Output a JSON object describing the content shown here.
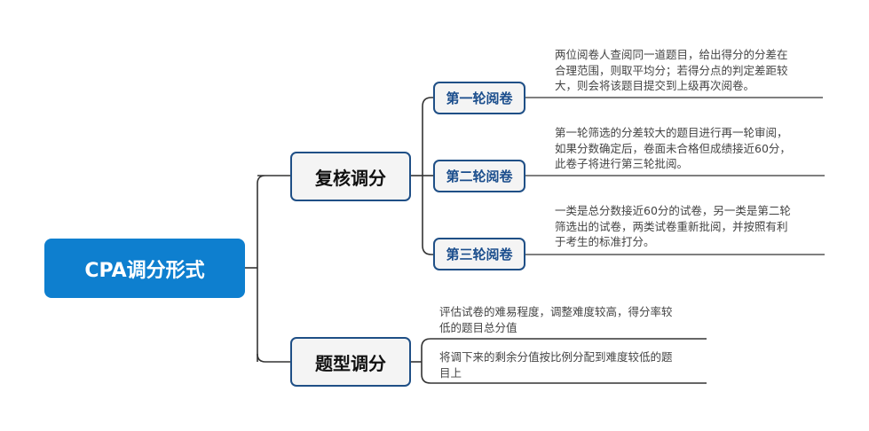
{
  "root": {
    "label": "CPA调分形式"
  },
  "branches": [
    {
      "label": "复核调分",
      "children": [
        {
          "label": "第一轮阅卷",
          "note": "两位阅卷人查阅同一道题目，给出得分的分差在\n合理范围，则取平均分；若得分点的判定差距较\n大，则会将该题目提交到上级再次阅卷。"
        },
        {
          "label": "第二轮阅卷",
          "note": "第一轮筛选的分差较大的题目进行再一轮审阅，\n如果分数确定后，卷面未合格但成绩接近60分，\n此卷子将进行第三轮批阅。"
        },
        {
          "label": "第三轮阅卷",
          "note": "一类是总分数接近60分的试卷，另一类是第二轮\n筛选出的试卷，两类试卷重新批阅，并按照有利\n于考生的标准打分。"
        }
      ]
    },
    {
      "label": "题型调分",
      "notes": [
        "评估试卷的难易程度，调整难度较高，得分率较\n低的题目总分值",
        "将调下来的剩余分值按比例分配到难度较低的题\n目上"
      ]
    }
  ],
  "colors": {
    "root_fill": "#0e7fcf",
    "node_border": "#1f4f86",
    "node_fill": "#f4f4f4",
    "line": "#333333"
  }
}
